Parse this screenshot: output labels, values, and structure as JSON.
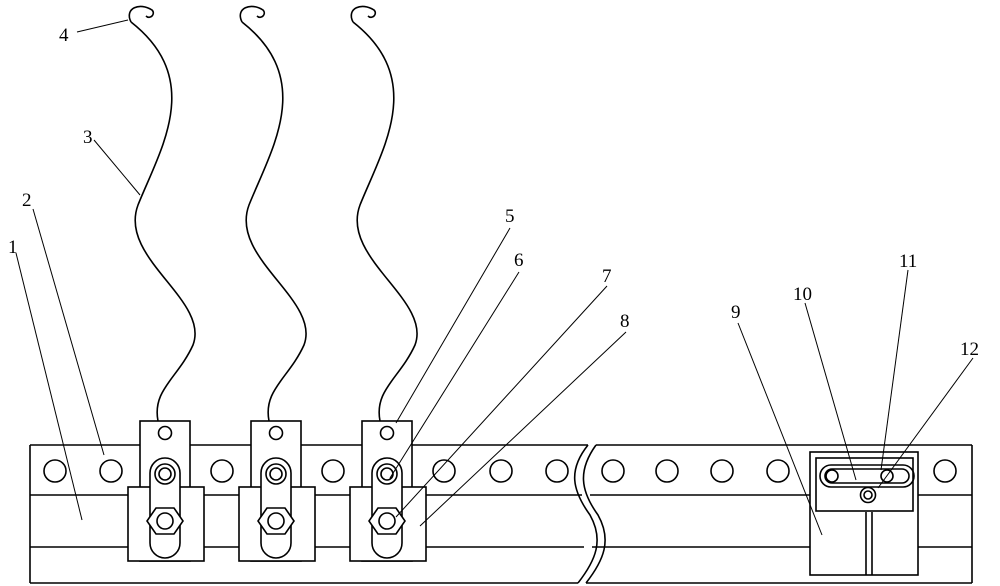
{
  "labels": [
    "1",
    "2",
    "3",
    "4",
    "5",
    "6",
    "7",
    "8",
    "9",
    "10",
    "11",
    "12"
  ],
  "colors": {
    "line": "#000000",
    "background": "#ffffff"
  }
}
